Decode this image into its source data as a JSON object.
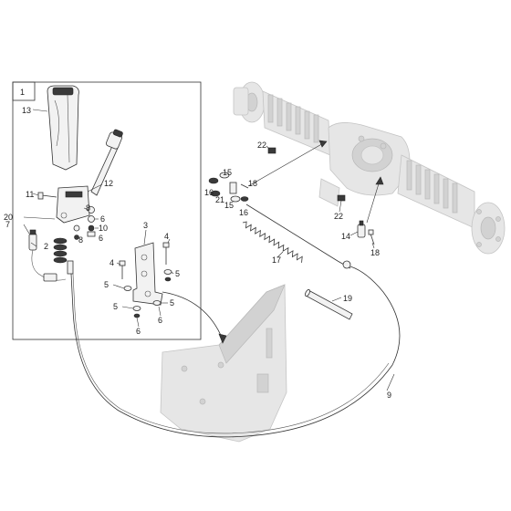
{
  "diagram": {
    "callouts": {
      "c1": "1",
      "c2": "2",
      "c3": "3",
      "c4a": "4",
      "c4b": "4",
      "c5a": "5",
      "c5b": "5",
      "c5c": "5",
      "c5d": "5",
      "c6a": "6",
      "c6b": "6",
      "c6c": "6",
      "c7": "7",
      "c8a": "8",
      "c8b": "8",
      "c9": "9",
      "c10": "10",
      "c11": "11",
      "c12": "12",
      "c13": "13",
      "c14": "14",
      "c15a": "15",
      "c15b": "15",
      "c16a": "16",
      "c16b": "16",
      "c17": "17",
      "c18a": "18",
      "c18b": "18",
      "c19": "19",
      "c20": "20",
      "c21": "21",
      "c22a": "22",
      "c22b": "22"
    }
  }
}
